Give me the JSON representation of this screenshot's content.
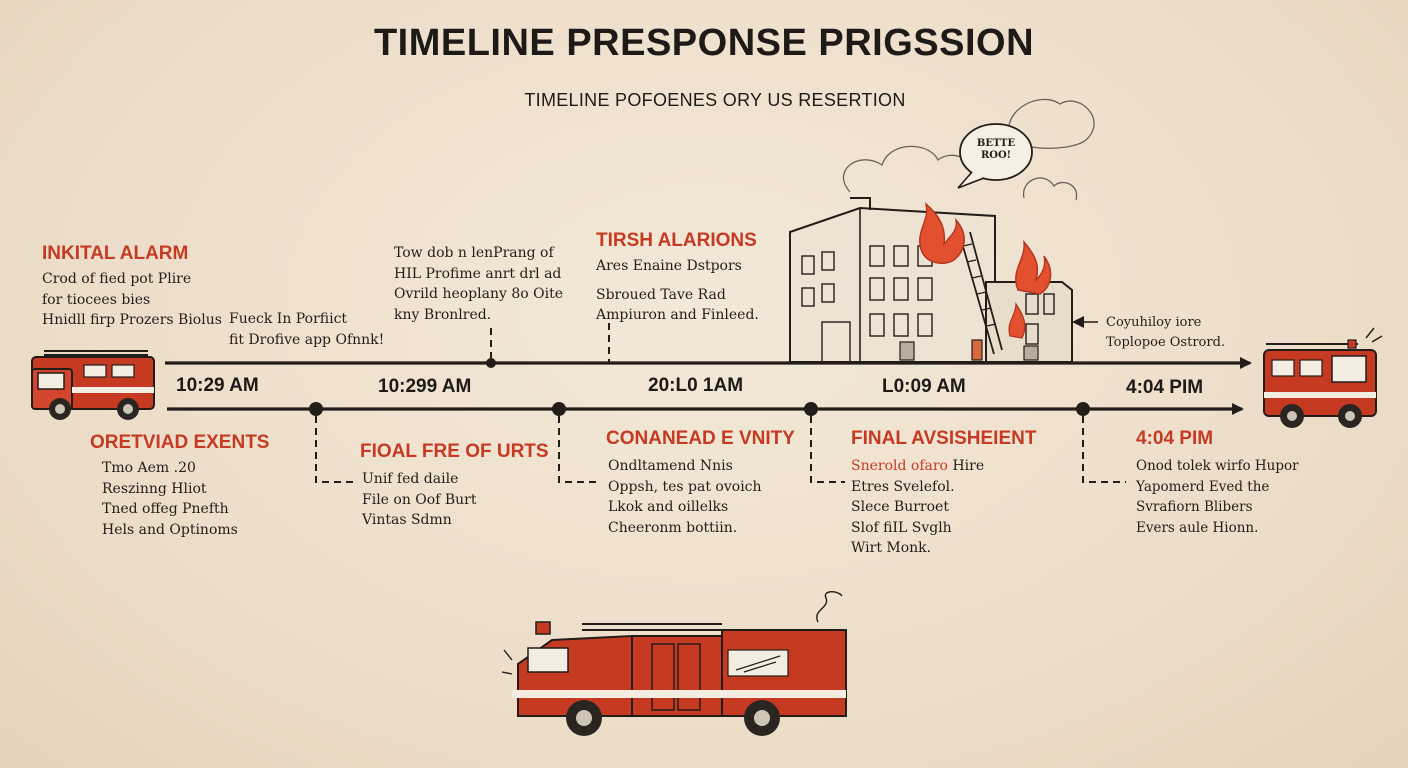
{
  "title": "TIMELINE PRESPONSE PRIGSSION",
  "subtitle": "TIMELINE POFOENES ORY US RESERTION",
  "speech_bubble": [
    "BETTE",
    "ROO!"
  ],
  "upper_events": [
    {
      "heading": "INKITAL ALARM",
      "lines": [
        "Crod of fied pot Plire",
        "for tiocees bies",
        "Hnidll firp Prozers Biolus"
      ]
    },
    {
      "note": [
        "Fueck In Porfiict",
        "fit Drofive app Ofnnk!"
      ]
    },
    {
      "lines": [
        "Tow dob n lenPrang of",
        "HIL Profime anrt drl ad",
        "Ovrild heoplany 8o Oite",
        "kny Bronlred."
      ]
    },
    {
      "heading": "TIRSH ALARIONS",
      "subheading": "Ares Enaine Dstpors",
      "lines": [
        "Sbroued Tave Rad",
        "Ampiuron and Finleed."
      ]
    },
    {
      "note": [
        "Coyuhiloy iore",
        "Toplopoe Ostrord."
      ]
    }
  ],
  "upper_times": [
    "10:29 AM",
    "10:299 AM",
    "20:L0 1AM",
    "L0:09 AM",
    "4:04 PIM"
  ],
  "lower_events": [
    {
      "heading": "ORETVIAD EXENTS",
      "lines": [
        "Tmo Aem .20",
        "Reszinng Hliot",
        "Tned offeg Pnefth",
        "Hels  and Optinoms"
      ]
    },
    {
      "heading": "FIOAL FRE OF URTS",
      "lines": [
        "Unif fed daile",
        "File on Oof Burt",
        "Vintas Sdmn"
      ]
    },
    {
      "heading": "CONANEAD E VNITY",
      "lines": [
        "Ondltamend Nnis",
        "Oppsh, tes pat ovoich",
        "Lkok and oillelks",
        "Cheeronm bottiin."
      ]
    },
    {
      "heading": "FINAL AVSISHEIENT",
      "subheading": "Snerold ofaro",
      "lines": [
        "Hire",
        "Etres Svelefol.",
        "Slece Burroet",
        "Slof fiIL Svglh",
        "Wirt Monk."
      ]
    },
    {
      "heading": "4:04 PIM",
      "lines": [
        "Onod tolek wirfo Hupor",
        "Yapomerd Eved the",
        "Svrafiorn Blibers",
        "Evers aule Hionn."
      ]
    }
  ]
}
